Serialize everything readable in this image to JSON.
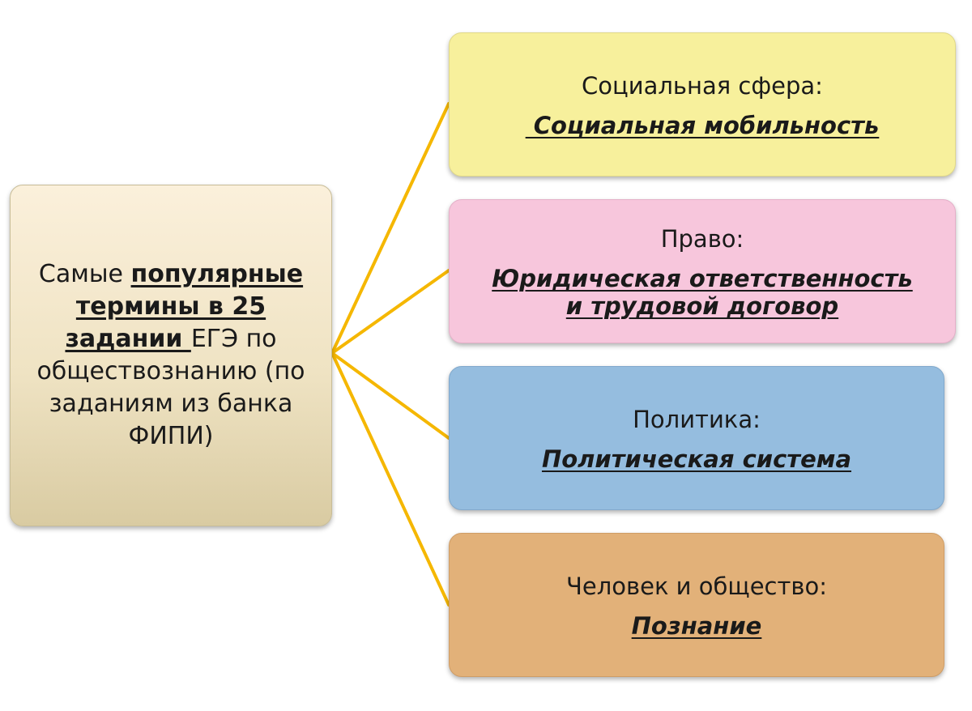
{
  "root": {
    "text_before": "Самые ",
    "highlight": "популярные термины в 25 задании ",
    "text_after": "ЕГЭ по обществознанию (по заданиям из банка ФИПИ)"
  },
  "branches": [
    {
      "title": "Социальная сфера:",
      "term_lines": [
        " Социальная мобильность"
      ],
      "color": "#f7f09c"
    },
    {
      "title": "Право:",
      "term_lines": [
        "Юридическая ответственность",
        "и трудовой договор"
      ],
      "color": "#f7c6dc"
    },
    {
      "title": "Политика:",
      "term_lines": [
        "Политическая система"
      ],
      "color": "#95bddf"
    },
    {
      "title": "Человек и общество:",
      "term_lines": [
        "Познание"
      ],
      "color": "#e2b179"
    }
  ],
  "connector_color": "#f5b700"
}
